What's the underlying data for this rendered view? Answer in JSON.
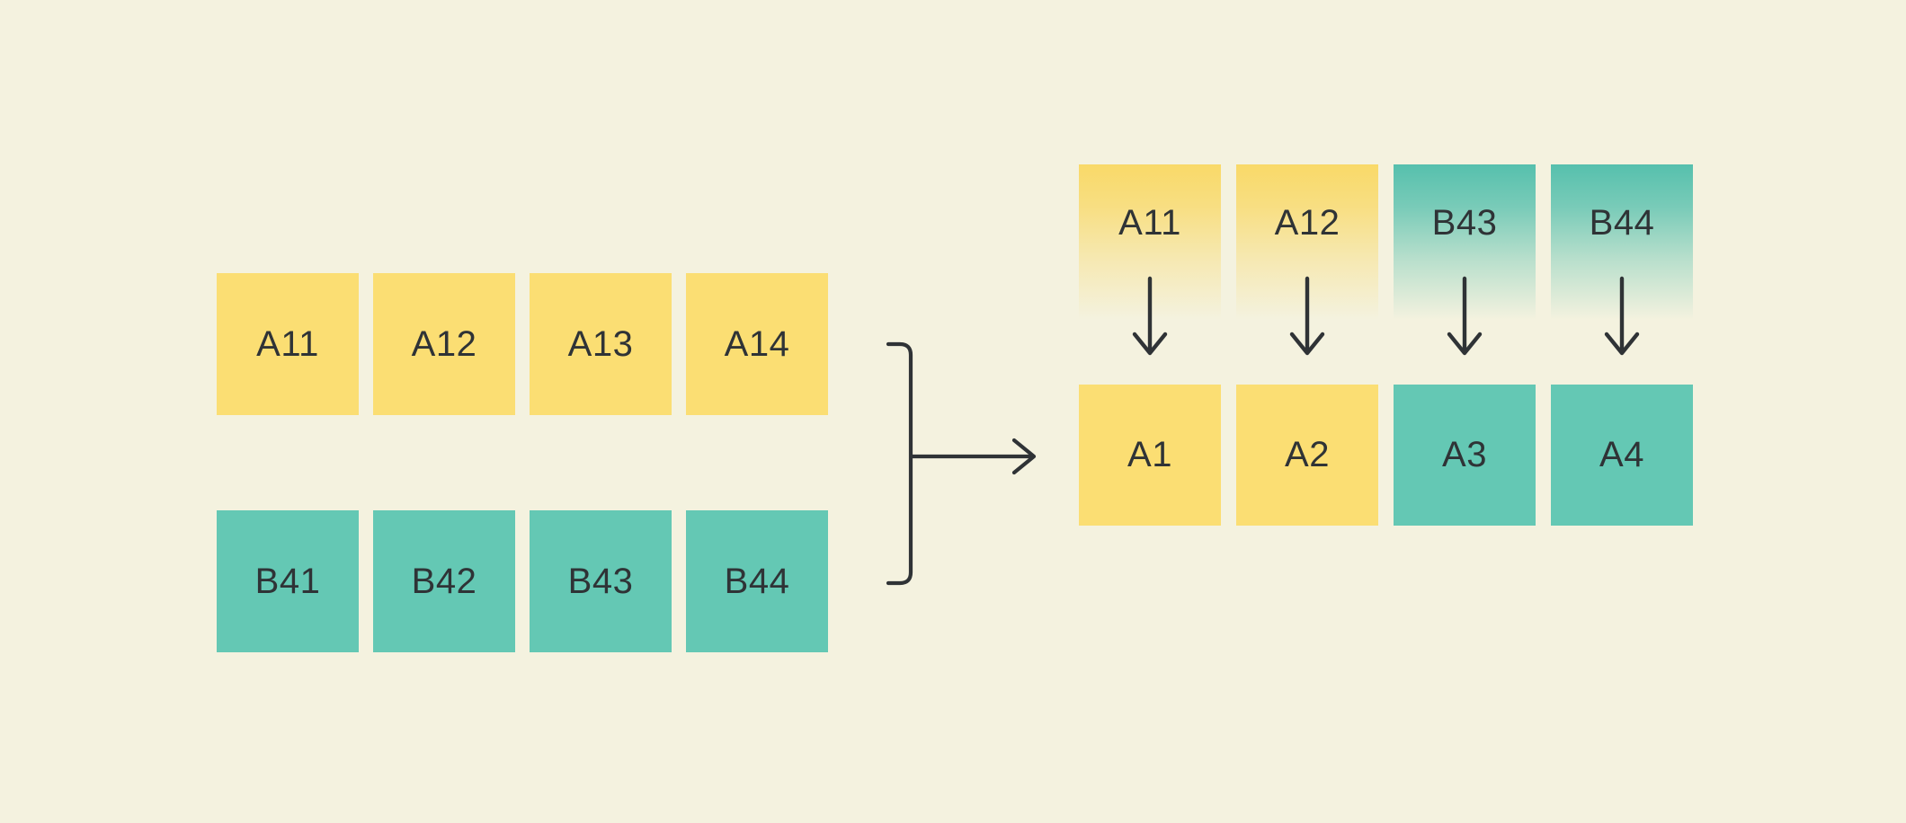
{
  "colors": {
    "background": "#F4F2DF",
    "block_yellow": "#FBDE73",
    "block_teal": "#64C8B4",
    "gradient_yellow_top": "#F9D968",
    "gradient_teal_top": "#56C0AD",
    "ink": "#2F3336"
  },
  "left_group": {
    "top_row": {
      "color": "yellow",
      "labels": [
        "A11",
        "A12",
        "A13",
        "A14"
      ]
    },
    "bottom_row": {
      "color": "teal",
      "labels": [
        "B41",
        "B42",
        "B43",
        "B44"
      ]
    }
  },
  "right_group": {
    "source_row": [
      {
        "label": "A11",
        "color": "yellow"
      },
      {
        "label": "A12",
        "color": "yellow"
      },
      {
        "label": "B43",
        "color": "teal"
      },
      {
        "label": "B44",
        "color": "teal"
      }
    ],
    "result_row": [
      {
        "label": "A1",
        "color": "yellow"
      },
      {
        "label": "A2",
        "color": "yellow"
      },
      {
        "label": "A3",
        "color": "teal"
      },
      {
        "label": "A4",
        "color": "teal"
      }
    ]
  },
  "icons": {
    "connector": "merge-bracket",
    "flow_arrow": "arrow-right",
    "mapping_arrow": "arrow-down"
  }
}
